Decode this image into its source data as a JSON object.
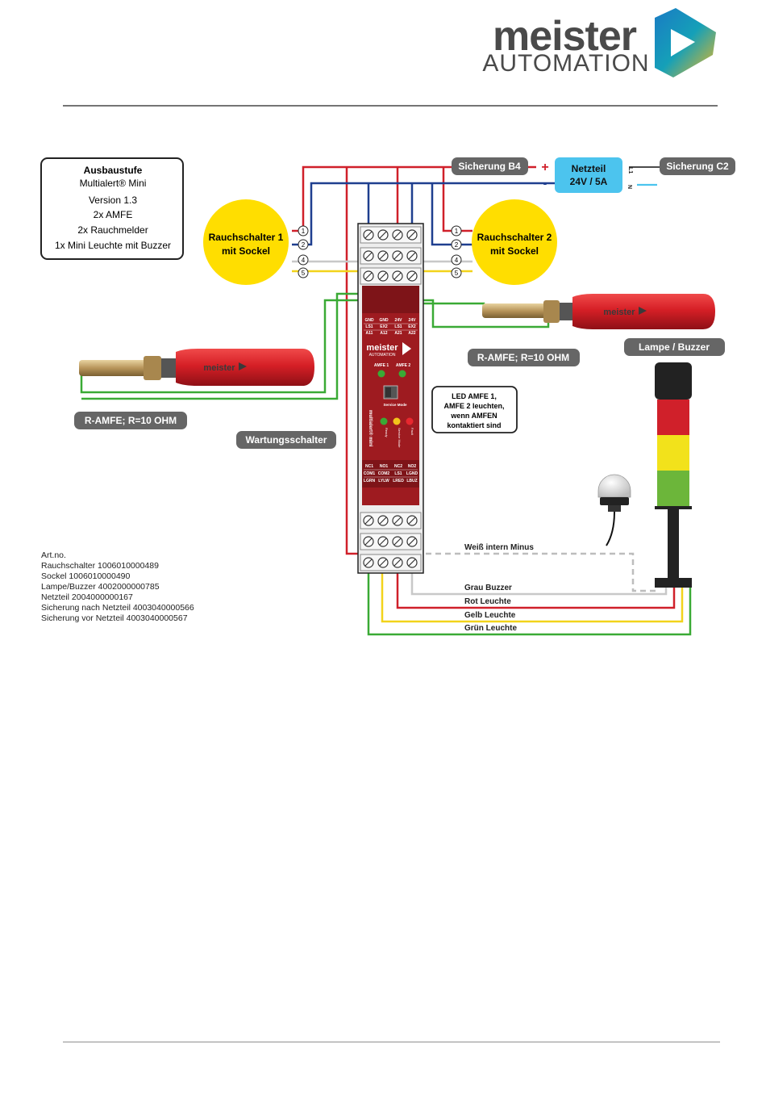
{
  "logo": {
    "word1": "meister",
    "word2": "AUTOMATION"
  },
  "info_box": {
    "title": "Ausbaustufe",
    "lines": [
      "Multialert® Mini",
      "Version 1.3",
      "2x AMFE",
      "2x Rauchmelder",
      "1x Mini Leuchte mit Buzzer"
    ]
  },
  "power": {
    "label_fuse_b4": "Sicherung B4",
    "label_fuse_c2": "Sicherung C2",
    "psu_line1": "Netzteil",
    "psu_line2": "24V / 5A",
    "plus": "+",
    "minus": "-",
    "l1": "L1",
    "n": "N"
  },
  "smoke1": {
    "line1": "Rauchschalter 1",
    "line2": "mit Sockel"
  },
  "smoke2": {
    "line1": "Rauchschalter 2",
    "line2": "mit Sockel"
  },
  "terminal_numbers": [
    "1",
    "2",
    "4",
    "5"
  ],
  "labels": {
    "ramfe_left": "R-AMFE; R=10 OHM",
    "ramfe_right": "R-AMFE; R=10 OHM",
    "wartung": "Wartungsschalter",
    "lampe": "Lampe / Buzzer",
    "led_note": [
      "LED AMFE 1,",
      "AMFE 2 leuchten,",
      "wenn AMFEN",
      "kontaktiert sind"
    ]
  },
  "bottle_brand": "meister",
  "device": {
    "top_row1": [
      "GND",
      "GND",
      "24V",
      "24V"
    ],
    "top_row2": [
      "LS1",
      "EX2",
      "LS1",
      "EX2"
    ],
    "top_row3": [
      "A11",
      "A12",
      "A21",
      "A22"
    ],
    "brand": "meister",
    "brand_sub": "AUTOMATION",
    "amfe1": "AMFE 1",
    "amfe2": "AMFE 2",
    "service_mode": "Service Mode",
    "vertical_name": "multialert® mini",
    "led_labels": [
      "Ready",
      "Service Mode",
      "Fault"
    ],
    "bot_row1": [
      "NC1",
      "NO1",
      "NC2",
      "NO2"
    ],
    "bot_row2": [
      "COM1",
      "COM2",
      "LS1",
      "LGND"
    ],
    "bot_row3": [
      "LGRN",
      "LYLW",
      "LRED",
      "LBUZ"
    ]
  },
  "wires": {
    "weiss": "Weiß intern Minus",
    "grau": "Grau Buzzer",
    "rot": "Rot Leuchte",
    "gelb": "Gelb Leuchte",
    "gruen": "Grün Leuchte"
  },
  "parts": [
    "Art.no.",
    "Rauchschalter 1006010000489",
    "Sockel 1006010000490",
    "Lampe/Buzzer 4002000000785",
    "Netzteil 2004000000167",
    "Sicherung nach Netzteil 4003040000566",
    "Sicherung vor Netzteil 4003040000567"
  ],
  "colors": {
    "red_wire": "#d0202a",
    "blue_wire": "#1f3f8f",
    "green_wire": "#3aaa35",
    "yellow_wire": "#f2d31b",
    "grey_wire": "#c8c8c8",
    "device_red": "#9e1b20",
    "smoke_yellow": "#ffde00",
    "psu_cyan": "#4cc4ee",
    "label_grey": "#666666"
  }
}
